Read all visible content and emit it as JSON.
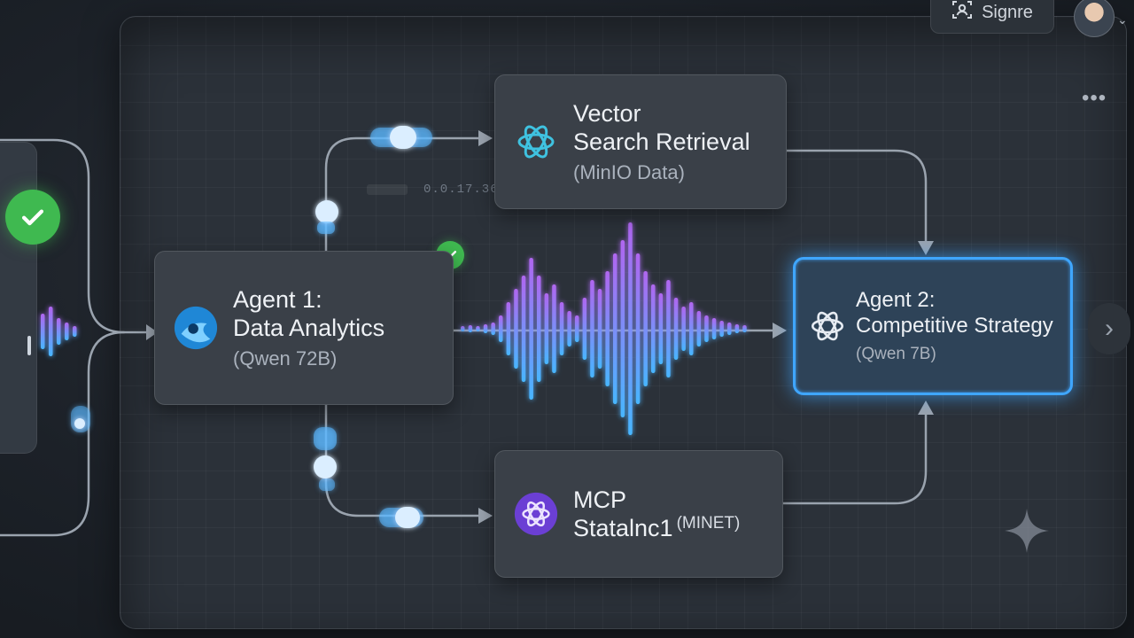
{
  "topbar": {
    "sign_label": "Signre"
  },
  "nodes": {
    "vector": {
      "line1": "Vector",
      "line2": "Search Retrieval",
      "sub": "(MinIO Data)"
    },
    "agent1": {
      "line1": "Agent 1:",
      "line2": "Data Analytics",
      "sub": "(Qwen 72B)"
    },
    "agent2": {
      "line1": "Agent 2:",
      "line2": "Competitive Strategy",
      "sub": "(Qwen 7B)"
    },
    "mcp": {
      "line1": "MCP",
      "line2": "Statalnc1",
      "sup": "(MINET)"
    }
  },
  "edge_label": "0.0.17.36",
  "icons": {
    "sign": "user-scan-icon",
    "more": "more-horizontal-icon",
    "next": "chevron-right-icon",
    "sparkle": "sparkle-icon",
    "status": "check-icon",
    "ai": "openai-knot-icon"
  },
  "colors": {
    "accent": "#3fa6ff",
    "success": "#3fb950",
    "wave_top": "#b066f0",
    "wave_bottom": "#48b6ff"
  }
}
